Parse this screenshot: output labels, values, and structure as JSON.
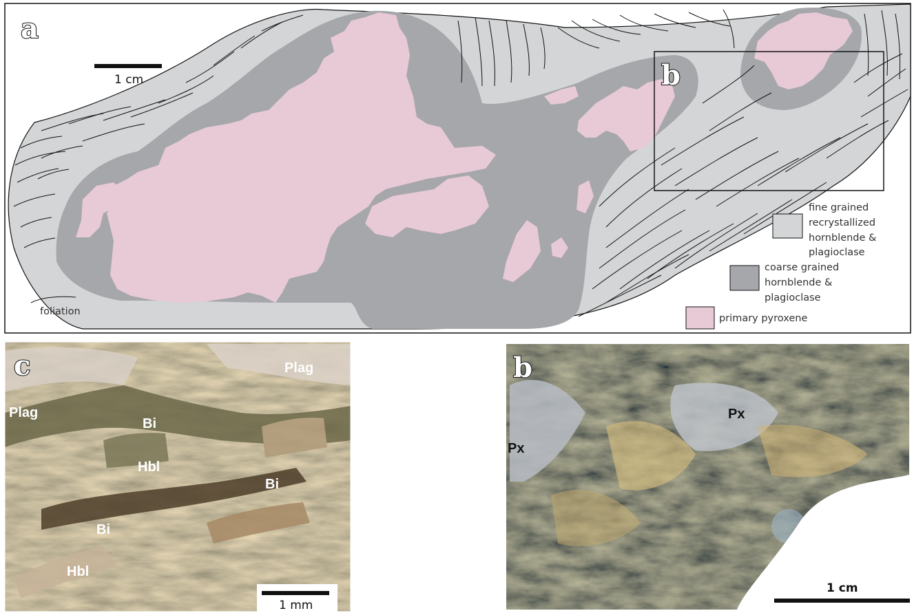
{
  "panel_a": {
    "letter": "a",
    "inset_letter": "b",
    "scale_label": "1 cm",
    "foliation_label": "foliation",
    "legend": [
      {
        "lines": [
          "fine grained",
          "recrystallized",
          "hornblende &",
          "plagioclase"
        ],
        "color": "#d3d5d6"
      },
      {
        "lines": [
          "coarse grained",
          "hornblende &",
          "plagioclase"
        ],
        "color": "#a5a7aa"
      },
      {
        "lines": [
          "primary pyroxene"
        ],
        "color": "#e8c9d6"
      }
    ]
  },
  "panel_c": {
    "letter": "c",
    "labels": [
      "Plag",
      "Plag",
      "Bi",
      "Hbl",
      "Bi",
      "Bi",
      "Hbl"
    ],
    "scale_label": "1 mm"
  },
  "panel_b": {
    "letter": "b",
    "labels": [
      "Px",
      "Px"
    ],
    "scale_label": "1 cm"
  },
  "colors": {
    "fine": "#d3d5d6",
    "coarse": "#a5a7aa",
    "pyroxene": "#e8c9d6"
  }
}
